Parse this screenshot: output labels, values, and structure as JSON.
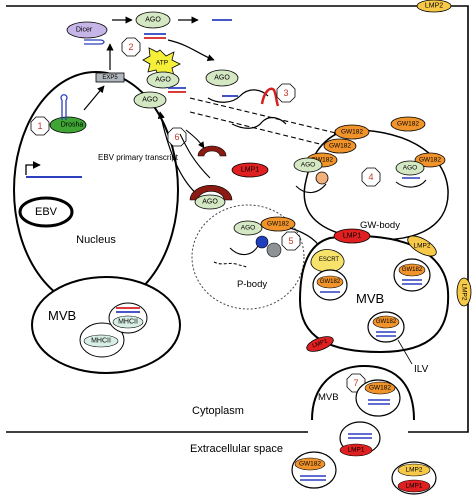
{
  "labels": {
    "dicer": "Dicer",
    "ago": "AGO",
    "atp": "ATP",
    "exp5": "EXP5",
    "drosha": "Drosha",
    "ebv_primary_transcript": "EBV primary transcript",
    "ebv": "EBV",
    "nucleus": "Nucleus",
    "gw182": "GW182",
    "lmp1": "LMP1",
    "lmp2": "LMP2",
    "escrt": "ESCRT",
    "gw_body": "GW-body",
    "p_body": "P-body",
    "mvb": "MVB",
    "mhcii": "MHCII",
    "ilv": "ILV",
    "cytoplasm": "Cytoplasm",
    "extracellular_space": "Extracellular space"
  },
  "steps": [
    "1",
    "2",
    "3",
    "4",
    "5",
    "6",
    "7"
  ],
  "colors": {
    "ago_fill": "#d5e8c4",
    "gw182_fill": "#f0932b",
    "lmp1_fill": "#e02020",
    "lmp2_fill": "#f7c948",
    "dicer_fill": "#c6b6e8",
    "drosha_fill": "#3fa535",
    "mhcii_fill": "#d8efe6",
    "escrt_fill": "#f7e36b",
    "atp_fill": "#f5ef3a",
    "rna_blue": "#2b3fbf",
    "rna_red": "#d42020",
    "cap_dark": "#8b1a12",
    "step_number": "#c0392b"
  }
}
